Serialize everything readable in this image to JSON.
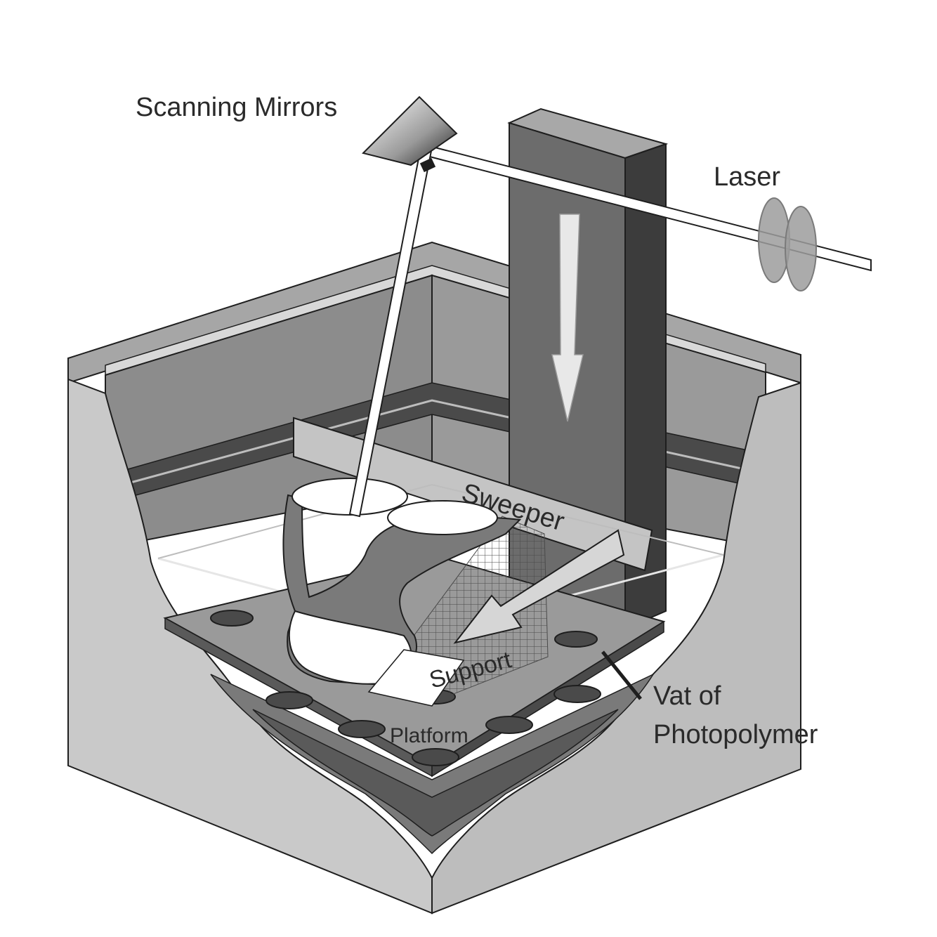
{
  "labels": {
    "scanning_mirrors": "Scanning Mirrors",
    "laser": "Laser",
    "sweeper": "Sweeper",
    "support": "Support",
    "platform": "Platform",
    "vat_line1": "Vat of",
    "vat_line2": "Photopolymer"
  },
  "colors": {
    "outer_wall": "#c9c9c9",
    "rim": "#a6a6a6",
    "inner_wall": "#8c8c8c",
    "resin_band": "#4a4a4a",
    "elevator_front": "#6c6c6c",
    "elevator_side": "#3c3c3c",
    "part_body": "#7a7a7a",
    "platform": "#9a9a9a",
    "outline": "#1e1e1e"
  }
}
